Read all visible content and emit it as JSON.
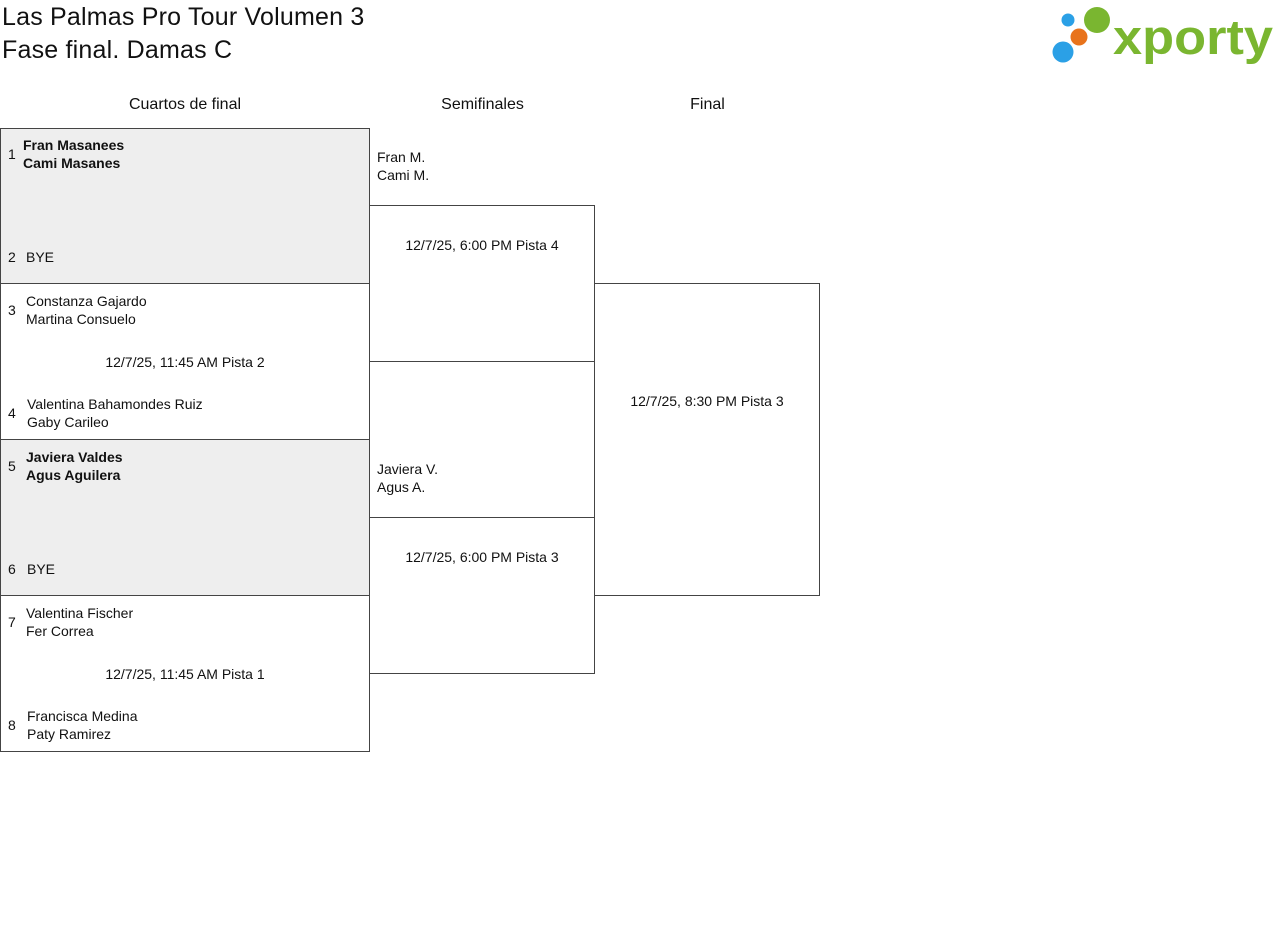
{
  "header": {
    "title_line1": "Las Palmas Pro Tour Volumen 3",
    "title_line2": "Fase final. Damas C",
    "logo_text": "xporty",
    "logo_colors": [
      "#2ba0e6",
      "#e8731c",
      "#7ab630"
    ]
  },
  "rounds": {
    "quarterfinals": "Cuartos de final",
    "semifinals": "Semifinales",
    "final": "Final"
  },
  "quarterfinals": [
    {
      "top_seed": "1",
      "top_player1": "Fran Masanees",
      "top_player2": "Cami Masanes",
      "bottom_seed": "2",
      "bottom_player1": "BYE",
      "bottom_player2": "",
      "schedule": ""
    },
    {
      "top_seed": "3",
      "top_player1": "Constanza Gajardo",
      "top_player2": "Martina Consuelo",
      "bottom_seed": "4",
      "bottom_player1": "Valentina Bahamondes Ruiz",
      "bottom_player2": "Gaby Carileo",
      "schedule": "12/7/25, 11:45 AM Pista 2"
    },
    {
      "top_seed": "5",
      "top_player1": "Javiera Valdes",
      "top_player2": "Agus Aguilera",
      "bottom_seed": "6",
      "bottom_player1": "BYE",
      "bottom_player2": "",
      "schedule": ""
    },
    {
      "top_seed": "7",
      "top_player1": "Valentina Fischer",
      "top_player2": "Fer Correa",
      "bottom_seed": "8",
      "bottom_player1": "Francisca Medina",
      "bottom_player2": "Paty Ramirez",
      "schedule": "12/7/25, 11:45 AM Pista 1"
    }
  ],
  "semifinals": [
    {
      "player1": "Fran M.",
      "player2": "Cami M.",
      "schedule": "12/7/25, 6:00 PM Pista 4"
    },
    {
      "player1": "Javiera V.",
      "player2": "Agus A.",
      "schedule": "12/7/25, 6:00 PM Pista 3"
    }
  ],
  "final": {
    "schedule": "12/7/25, 8:30 PM Pista 3"
  }
}
